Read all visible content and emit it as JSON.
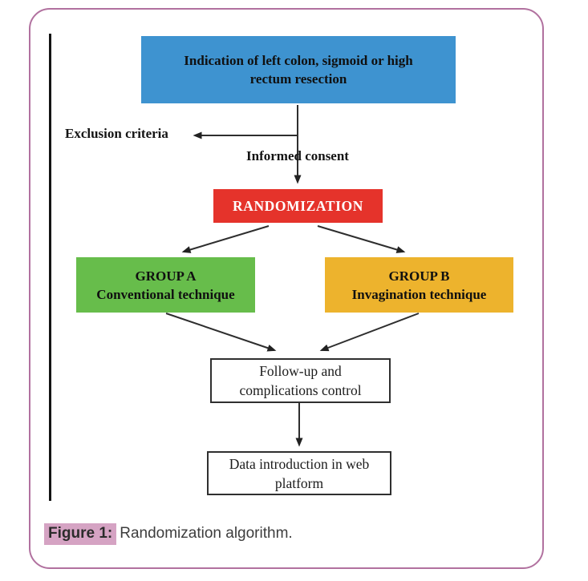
{
  "figure": {
    "border_color": "#b1719f",
    "caption": {
      "label": "Figure 1:",
      "label_highlight_color": "#d5a3c3",
      "text": "Randomization algorithm."
    },
    "flowchart": {
      "line_color": "#2e2e2e",
      "boxes": {
        "indication": {
          "text": "Indication of left colon, sigmoid or high\nrectum resection",
          "fill": "#3e93d0",
          "text_color": "#101010"
        },
        "randomization": {
          "text": "RANDOMIZATION",
          "fill": "#e5332b",
          "text_color": "#ffffff"
        },
        "group_a": {
          "title": "GROUP A",
          "subtitle": "Conventional technique",
          "fill": "#67bd4b",
          "text_color": "#101010"
        },
        "group_b": {
          "title": "GROUP B",
          "subtitle": "Invagination technique",
          "fill": "#edb32d",
          "text_color": "#101010"
        },
        "followup": {
          "text": "Follow-up and\ncomplications control",
          "fill": "#ffffff",
          "text_color": "#1c1c1c"
        },
        "data_platform": {
          "text": "Data introduction in web\nplatform",
          "fill": "#ffffff",
          "text_color": "#1c1c1c"
        }
      },
      "labels": {
        "exclusion": "Exclusion criteria",
        "consent": "Informed consent"
      }
    }
  }
}
